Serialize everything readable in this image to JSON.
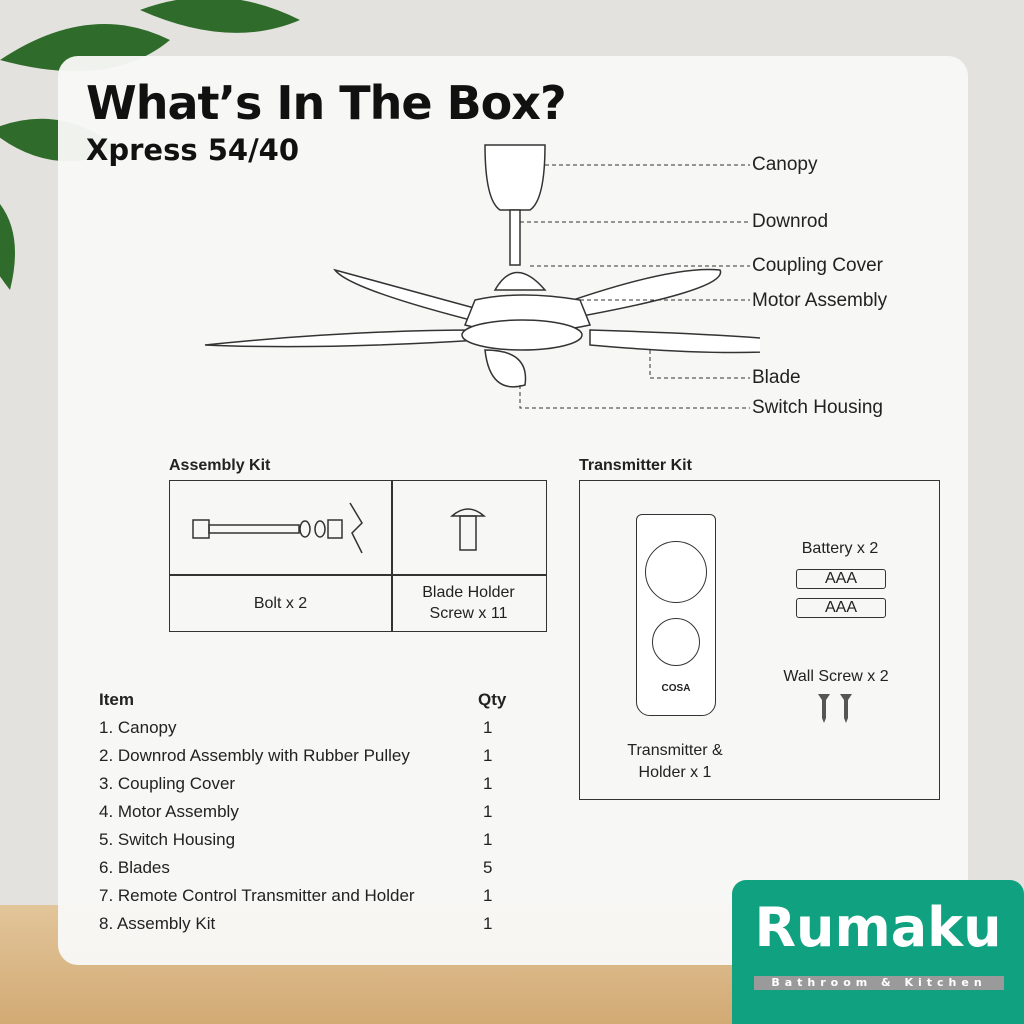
{
  "header": {
    "title": "What’s In The Box?",
    "subtitle": "Xpress 54/40"
  },
  "parts_labels": [
    "Canopy",
    "Downrod",
    "Coupling Cover",
    "Motor Assembly",
    "Blade",
    "Switch Housing"
  ],
  "assembly_kit": {
    "title": "Assembly Kit",
    "items": [
      "Bolt x 2",
      "Blade Holder",
      "Screw x 11"
    ]
  },
  "transmitter_kit": {
    "title": "Transmitter Kit",
    "battery": "Battery x 2",
    "battery_type": "AAA",
    "wall_screw": "Wall Screw x 2",
    "transmitter_line1": "Transmitter &",
    "transmitter_line2": "Holder x 1",
    "remote_brand": "COSA"
  },
  "item_list": {
    "header_item": "Item",
    "header_qty": "Qty",
    "rows": [
      {
        "item": "1.  Canopy",
        "qty": "1"
      },
      {
        "item": "2.  Downrod Assembly with Rubber Pulley",
        "qty": "1"
      },
      {
        "item": "3.  Coupling Cover",
        "qty": "1"
      },
      {
        "item": "4.  Motor Assembly",
        "qty": "1"
      },
      {
        "item": "5.  Switch Housing",
        "qty": "1"
      },
      {
        "item": "6.  Blades",
        "qty": "5"
      },
      {
        "item": "7.  Remote Control Transmitter and Holder",
        "qty": "1"
      },
      {
        "item": "8.  Assembly Kit",
        "qty": "1"
      }
    ]
  },
  "brand": {
    "name": "Rumaku",
    "tagline": "Bathroom & Kitchen",
    "color": "#10a280"
  }
}
